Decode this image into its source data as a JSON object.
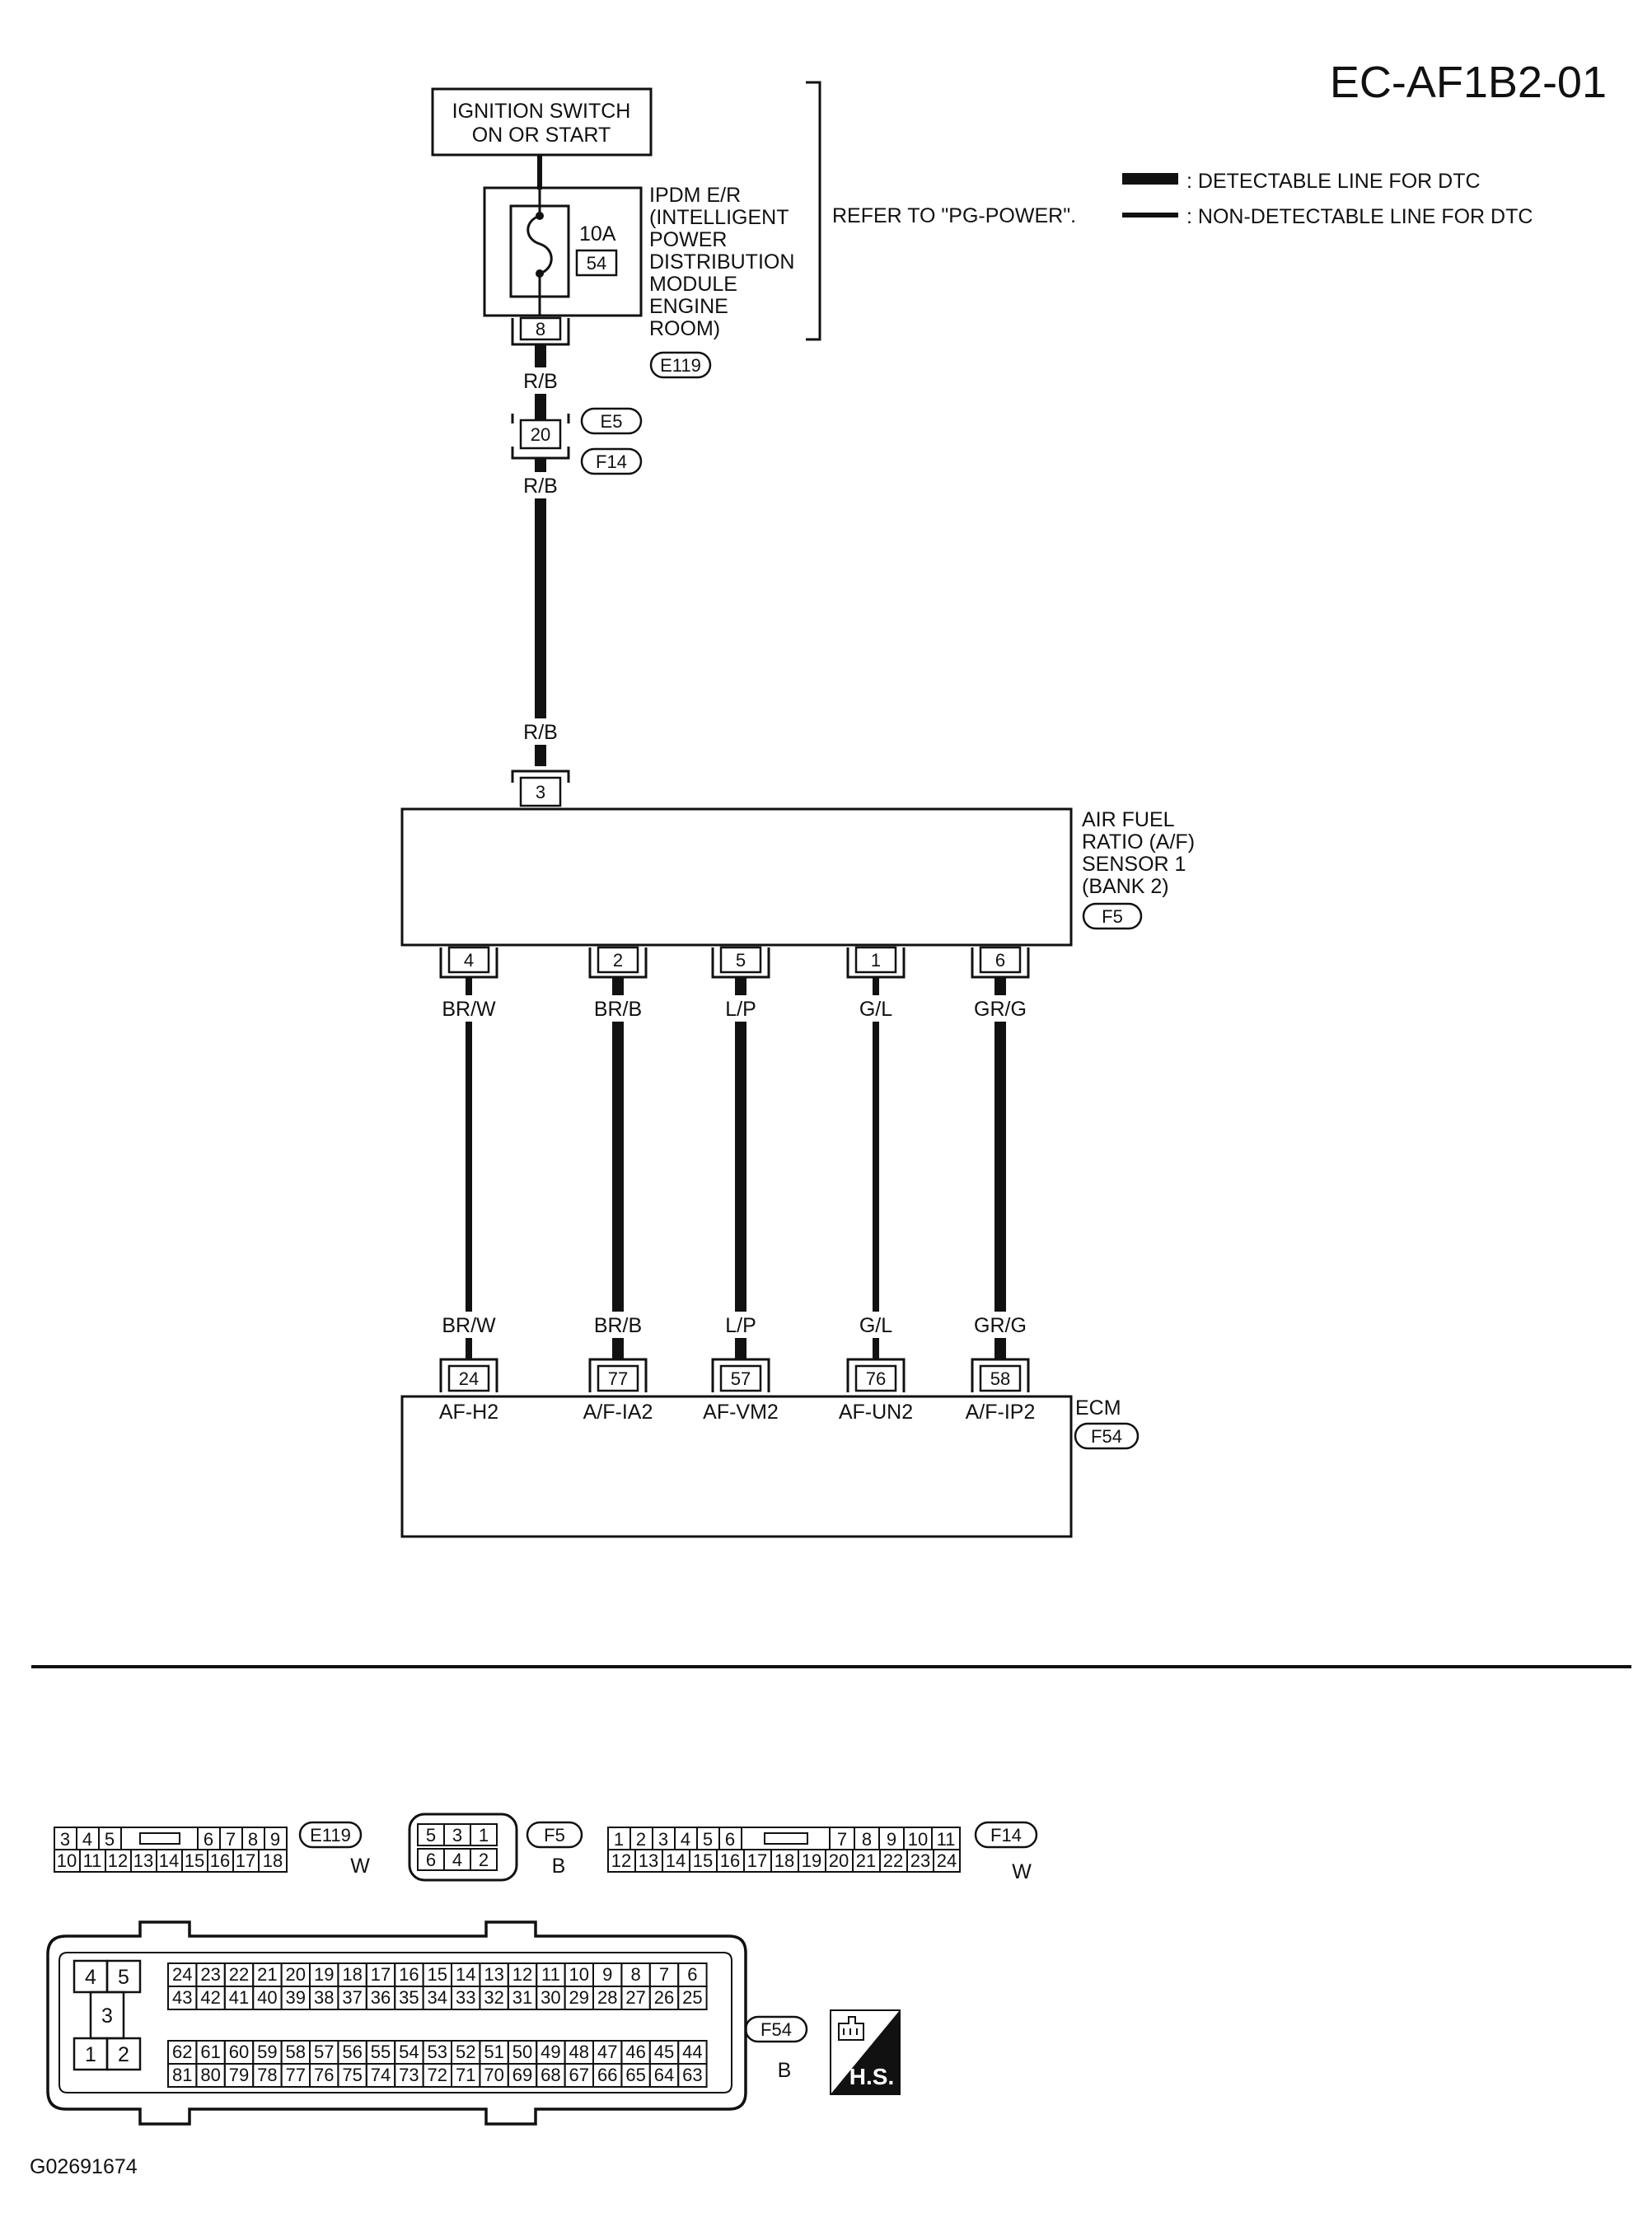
{
  "page_code": "EC-AF1B2-01",
  "figure_id": "G02691674",
  "legend": {
    "detectable": ": DETECTABLE LINE FOR DTC",
    "non_detectable": ": NON-DETECTABLE LINE FOR DTC"
  },
  "ignition_switch": {
    "line1": "IGNITION SWITCH",
    "line2": "ON OR START"
  },
  "ipdm": {
    "lines": [
      "IPDM E/R",
      "(INTELLIGENT",
      "POWER",
      "DISTRIBUTION",
      "MODULE",
      "ENGINE",
      "ROOM)"
    ],
    "fuse_amp": "10A",
    "fuse_no": "54",
    "pin": "8",
    "connector": "E119",
    "refer": "REFER TO \"PG-POWER\"."
  },
  "joint": {
    "pin": "20",
    "connector_top": "E5",
    "connector_bottom": "F14"
  },
  "wire_main": {
    "color": "R/B"
  },
  "sensor": {
    "lines": [
      "AIR FUEL",
      "RATIO (A/F)",
      "SENSOR 1",
      "(BANK 2)"
    ],
    "connector": "F5",
    "input_pin": "3"
  },
  "wires": [
    {
      "sensor_pin": "4",
      "color": "BR/W",
      "ecm_pin": "24",
      "ecm_label": "AF-H2"
    },
    {
      "sensor_pin": "2",
      "color": "BR/B",
      "ecm_pin": "77",
      "ecm_label": "A/F-IA2"
    },
    {
      "sensor_pin": "5",
      "color": "L/P",
      "ecm_pin": "57",
      "ecm_label": "AF-VM2"
    },
    {
      "sensor_pin": "1",
      "color": "G/L",
      "ecm_pin": "76",
      "ecm_label": "AF-UN2"
    },
    {
      "sensor_pin": "6",
      "color": "GR/G",
      "ecm_pin": "58",
      "ecm_label": "A/F-IP2"
    }
  ],
  "ecm": {
    "label": "ECM",
    "connector": "F54"
  },
  "connector_views": {
    "e119": {
      "id": "E119",
      "color": "W",
      "top": [
        "3",
        "4",
        "5",
        "",
        "6",
        "7",
        "8",
        "9"
      ],
      "bottom": [
        "10",
        "11",
        "12",
        "13",
        "14",
        "15",
        "16",
        "17",
        "18"
      ]
    },
    "f5": {
      "id": "F5",
      "color": "B",
      "top": [
        "5",
        "3",
        "1"
      ],
      "bottom": [
        "6",
        "4",
        "2"
      ]
    },
    "f14": {
      "id": "F14",
      "color": "W",
      "top": [
        "1",
        "2",
        "3",
        "4",
        "5",
        "6",
        "",
        "7",
        "8",
        "9",
        "10",
        "11"
      ],
      "bottom": [
        "12",
        "13",
        "14",
        "15",
        "16",
        "17",
        "18",
        "19",
        "20",
        "21",
        "22",
        "23",
        "24"
      ]
    },
    "f54": {
      "id": "F54",
      "color": "B",
      "left_pins": [
        "4",
        "5",
        "3",
        "1",
        "2"
      ],
      "row1": [
        "24",
        "23",
        "22",
        "21",
        "20",
        "19",
        "18",
        "17",
        "16",
        "15",
        "14",
        "13",
        "12",
        "11",
        "10",
        "9",
        "8",
        "7",
        "6"
      ],
      "row2": [
        "43",
        "42",
        "41",
        "40",
        "39",
        "38",
        "37",
        "36",
        "35",
        "34",
        "33",
        "32",
        "31",
        "30",
        "29",
        "28",
        "27",
        "26",
        "25"
      ],
      "row3": [
        "62",
        "61",
        "60",
        "59",
        "58",
        "57",
        "56",
        "55",
        "54",
        "53",
        "52",
        "51",
        "50",
        "49",
        "48",
        "47",
        "46",
        "45",
        "44"
      ],
      "row4": [
        "81",
        "80",
        "79",
        "78",
        "77",
        "76",
        "75",
        "74",
        "73",
        "72",
        "71",
        "70",
        "69",
        "68",
        "67",
        "66",
        "65",
        "64",
        "63"
      ],
      "hs": "H.S."
    }
  }
}
